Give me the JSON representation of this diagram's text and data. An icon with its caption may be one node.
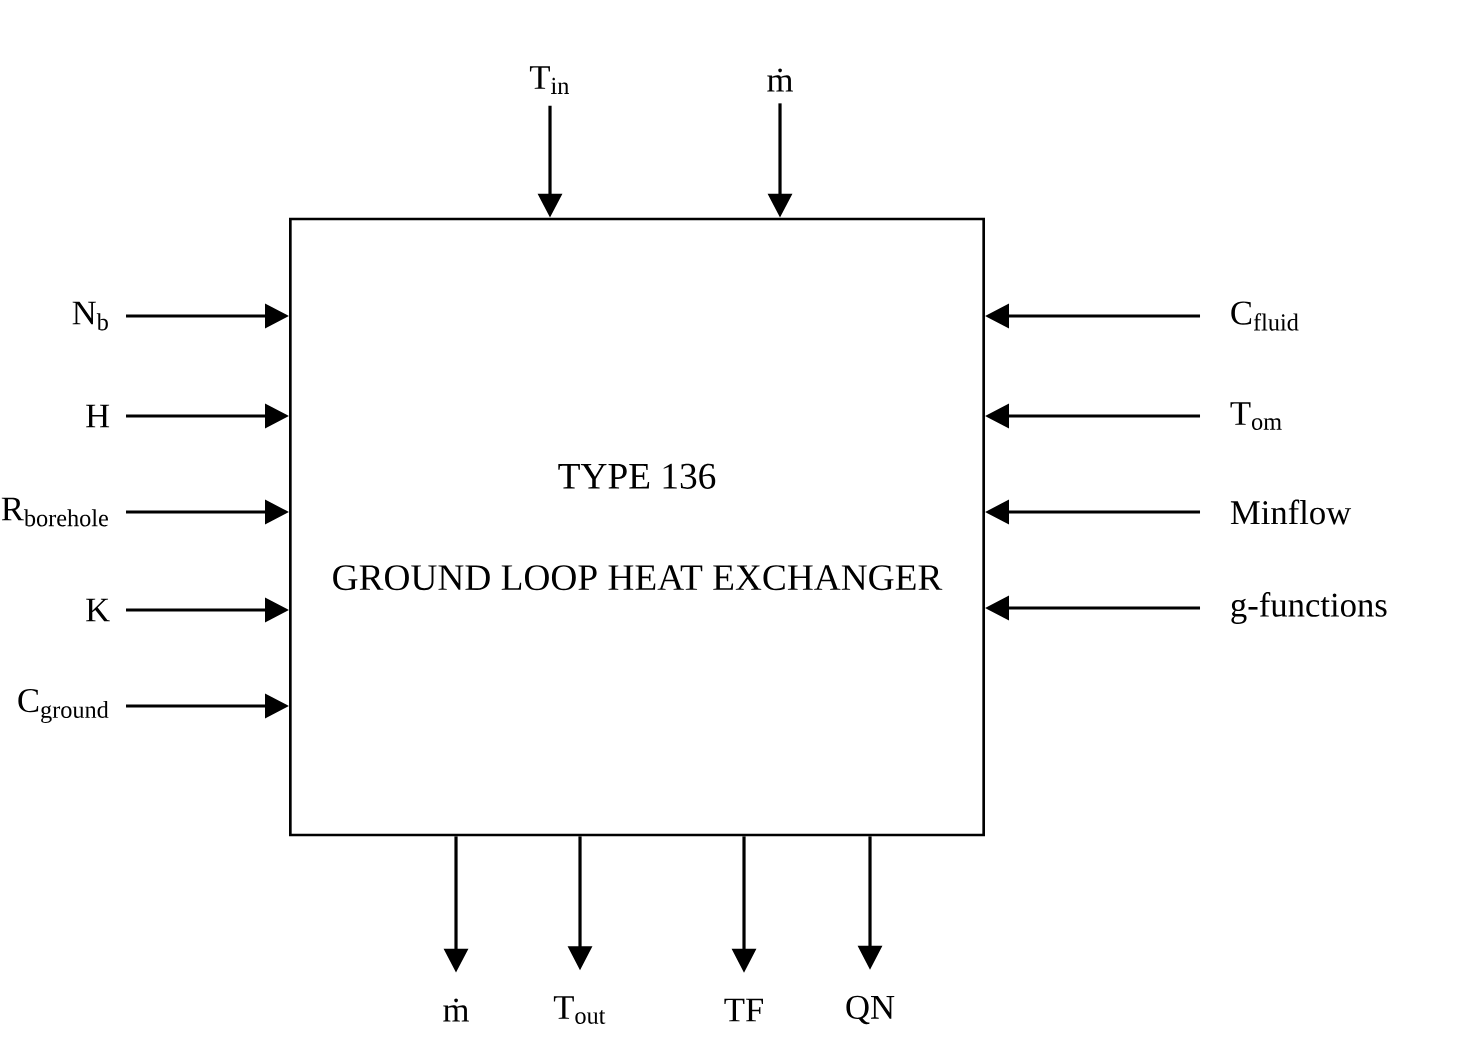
{
  "diagram": {
    "nodes": [
      {
        "text": [
          "TYPE 136",
          "GROUND LOOP HEAT EXCHANGER"
        ]
      },
      {
        "text": [
          "T$_{in}$"
        ]
      },
      {
        "text": [
          "ṁ"
        ]
      },
      {
        "text": [
          "N$_{b}$"
        ]
      },
      {
        "text": [
          "H"
        ]
      },
      {
        "text": [
          "R$_{borehole}$"
        ]
      },
      {
        "text": [
          "K"
        ]
      },
      {
        "text": [
          "C$_{ground}$"
        ]
      },
      {
        "text": [
          "C$_{fluid}$"
        ]
      },
      {
        "text": [
          "T$_{om}$"
        ]
      },
      {
        "text": [
          "Minflow"
        ]
      },
      {
        "text": [
          "g-functions"
        ]
      },
      {
        "text": [
          "ṁ"
        ]
      },
      {
        "text": [
          "T$_{out}$"
        ]
      },
      {
        "text": [
          "TF"
        ]
      },
      {
        "text": [
          "QN"
        ]
      }
    ],
    "edges": [
      {
        "from": 1,
        "to": 0,
        "arrow": "to"
      },
      {
        "from": 2,
        "to": 0,
        "arrow": "to"
      },
      {
        "from": 3,
        "to": 0,
        "arrow": "to"
      },
      {
        "from": 4,
        "to": 0,
        "arrow": "to"
      },
      {
        "from": 5,
        "to": 0,
        "arrow": "to"
      },
      {
        "from": 6,
        "to": 0,
        "arrow": "to"
      },
      {
        "from": 7,
        "to": 0,
        "arrow": "to"
      },
      {
        "from": 8,
        "to": 0,
        "arrow": "to"
      },
      {
        "from": 9,
        "to": 0,
        "arrow": "to"
      },
      {
        "from": 10,
        "to": 0,
        "arrow": "to"
      },
      {
        "from": 11,
        "to": 0,
        "arrow": "to"
      },
      {
        "from": 0,
        "to": 12,
        "arrow": "to"
      },
      {
        "from": 0,
        "to": 13,
        "arrow": "to"
      },
      {
        "from": 0,
        "to": 14,
        "arrow": "to"
      },
      {
        "from": 0,
        "to": 15,
        "arrow": "to"
      }
    ]
  }
}
